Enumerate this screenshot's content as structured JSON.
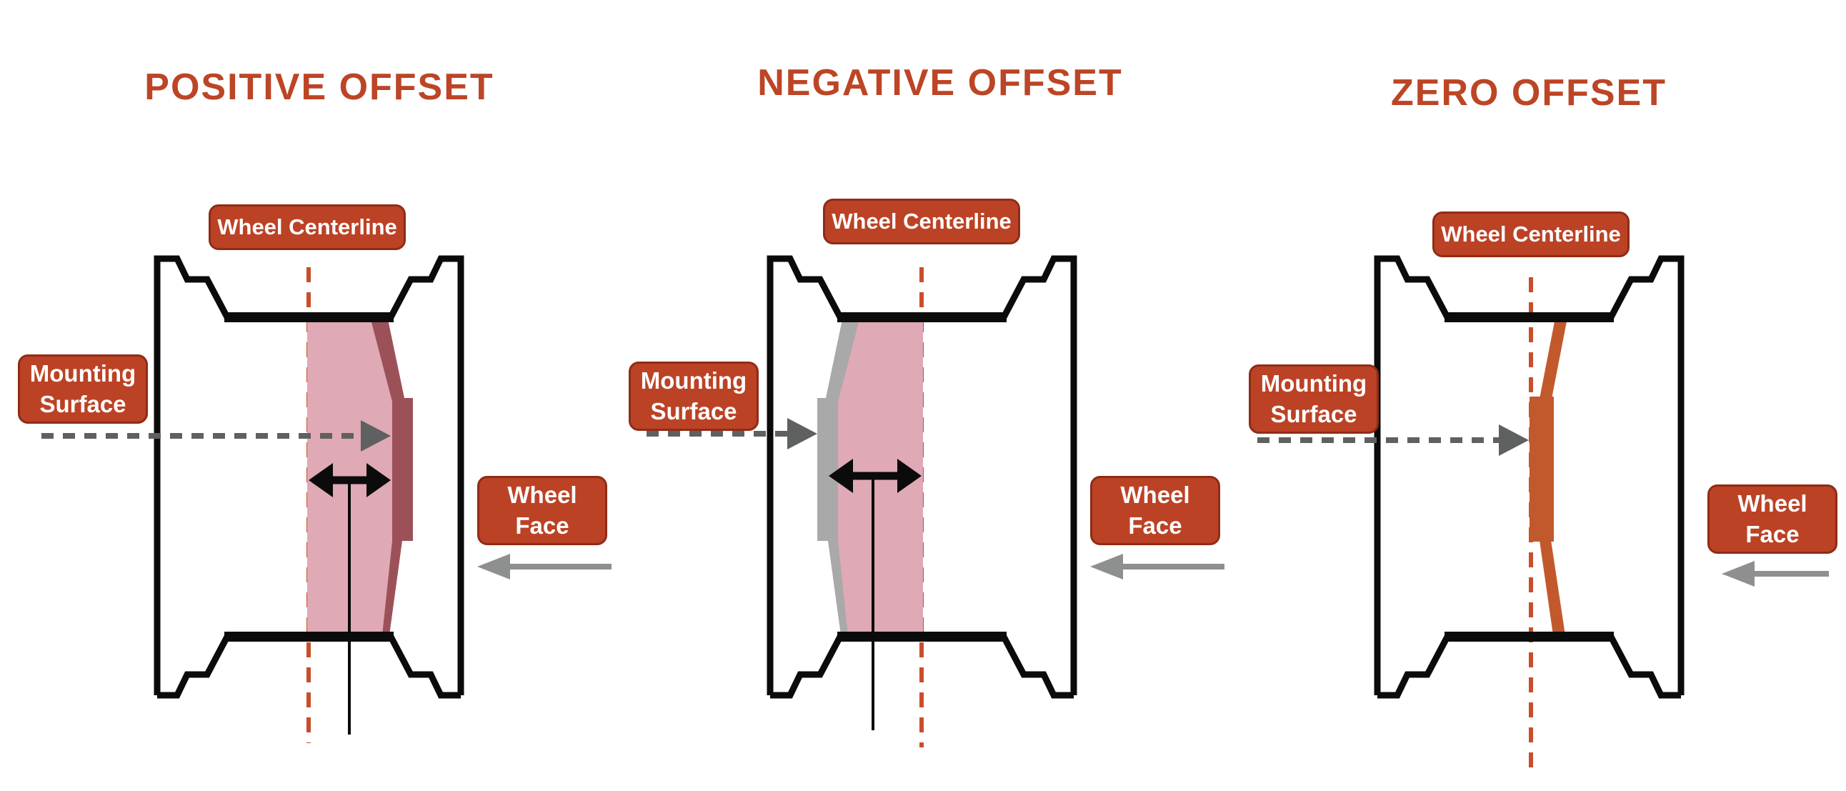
{
  "colors": {
    "accent_red": "#bc4225",
    "title_red": "#bc4526",
    "centerline_red": "#c94e2c",
    "disc_pink": "#dfa9b6",
    "disc_dark_red": "#9c5158",
    "disc_gray": "#a9a9a9",
    "spoke_orange": "#c2592c",
    "mounting_arrow_gray": "#5f6160",
    "wheel_face_arrow_gray": "#8e8f8f",
    "outline_black": "#0b0b0b"
  },
  "labels": {
    "wheel_centerline": "Wheel Centerline",
    "mounting_line1": "Mounting",
    "mounting_line2": "Surface",
    "wheel_face_line1": "Wheel",
    "wheel_face_line2": "Face"
  },
  "panels": [
    {
      "id": "positive",
      "title": "POSITIVE OFFSET"
    },
    {
      "id": "negative",
      "title": "NEGATIVE OFFSET"
    },
    {
      "id": "zero",
      "title": "ZERO OFFSET"
    }
  ]
}
